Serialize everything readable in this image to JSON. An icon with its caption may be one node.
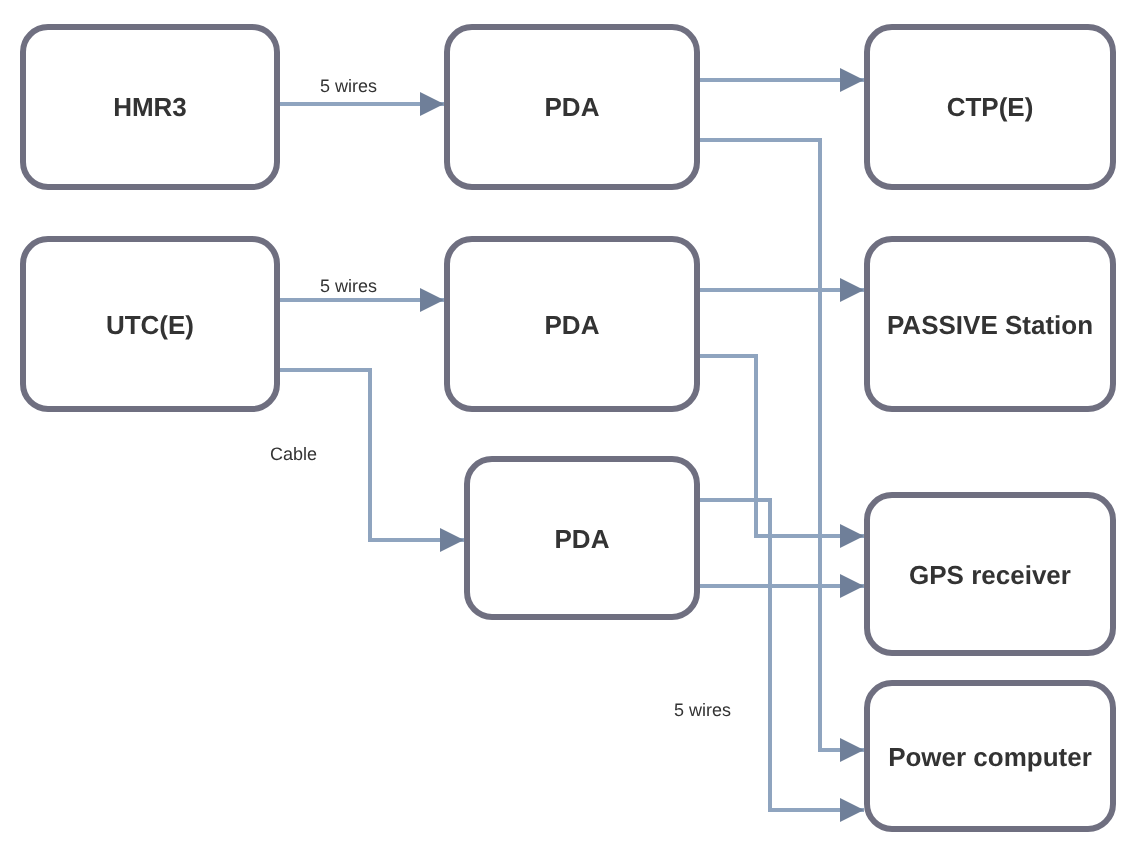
{
  "diagram": {
    "nodes": [
      {
        "text": [
          "HMR3"
        ]
      },
      {
        "text": [
          "UTC(E)"
        ]
      },
      {
        "text": [
          "PDA"
        ]
      },
      {
        "text": [
          "PDA"
        ]
      },
      {
        "text": [
          "PDA"
        ]
      },
      {
        "text": [
          "CTP(E)"
        ]
      },
      {
        "text": [
          "PASSIVE Station"
        ]
      },
      {
        "text": [
          "GPS receiver"
        ]
      },
      {
        "text": [
          "Power computer"
        ]
      }
    ],
    "edges": [
      {
        "from": 0,
        "to": 2,
        "arrow": "to",
        "label": "5 wires"
      },
      {
        "from": 1,
        "to": 3,
        "arrow": "to",
        "label": "5 wires"
      },
      {
        "from": 1,
        "to": 4,
        "arrow": "to",
        "label": "Cable"
      },
      {
        "from": 2,
        "to": 5,
        "arrow": "to"
      },
      {
        "from": 3,
        "to": 6,
        "arrow": "to"
      },
      {
        "from": 4,
        "to": 7,
        "arrow": "to"
      },
      {
        "from": 3,
        "to": 7,
        "arrow": "to"
      },
      {
        "from": 2,
        "to": 8,
        "arrow": "to"
      },
      {
        "from": 4,
        "to": 8,
        "arrow": "to",
        "label": "5 wires"
      }
    ]
  }
}
